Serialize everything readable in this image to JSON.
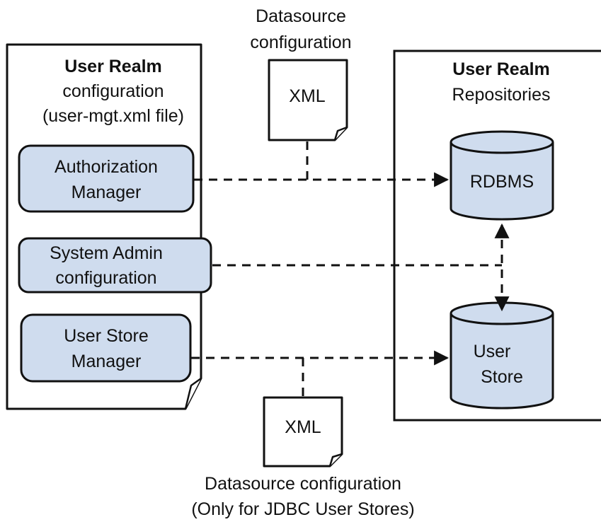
{
  "top_doc": {
    "caption_line1": "Datasource",
    "caption_line2": "configuration",
    "label": "XML"
  },
  "left_panel": {
    "title": "User Realm",
    "subtitle": "configuration",
    "file": "(user-mgt.xml file)",
    "components": [
      {
        "line1": "Authorization",
        "line2": "Manager"
      },
      {
        "line1": "System Admin",
        "line2": "configuration"
      },
      {
        "line1": "User Store",
        "line2": "Manager"
      }
    ]
  },
  "right_panel": {
    "title": "User Realm",
    "subtitle": "Repositories",
    "rdbms": "RDBMS",
    "user_store_line1": "User",
    "user_store_line2": "Store"
  },
  "bottom_doc": {
    "label": "XML",
    "caption_line1": "Datasource configuration",
    "caption_line2": "(Only for JDBC User Stores)"
  }
}
